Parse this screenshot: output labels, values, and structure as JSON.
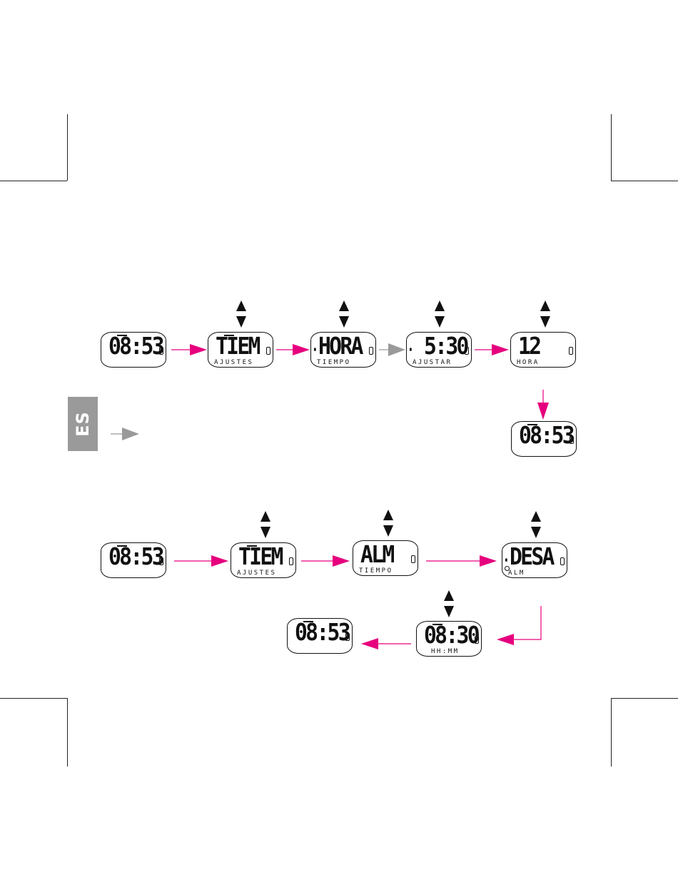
{
  "language_tab": {
    "label": "ES"
  },
  "colors": {
    "flow_arrow": "#e6007e",
    "alt_arrow": "#9a9a9a",
    "lcd_stroke": "#111111"
  },
  "diagram1": {
    "screens": [
      {
        "main": "08:53",
        "sub": ""
      },
      {
        "main": "TIEM",
        "sub": "AJUSTES"
      },
      {
        "main": "HORA",
        "sub": "TIEMPO"
      },
      {
        "main": "5:30",
        "sub": "AJUSTAR"
      },
      {
        "main": "12",
        "sub": "HORA"
      },
      {
        "main": "08:53",
        "sub": ""
      }
    ]
  },
  "diagram2": {
    "screens": [
      {
        "main": "08:53",
        "sub": ""
      },
      {
        "main": "TIEM",
        "sub": "AJUSTES"
      },
      {
        "main": "ALM",
        "sub": "TIEMPO"
      },
      {
        "main": "DESA",
        "sub": "ALM"
      },
      {
        "main": "08:30",
        "sub": "HH:MM"
      },
      {
        "main": "08:53",
        "sub": ""
      }
    ]
  }
}
